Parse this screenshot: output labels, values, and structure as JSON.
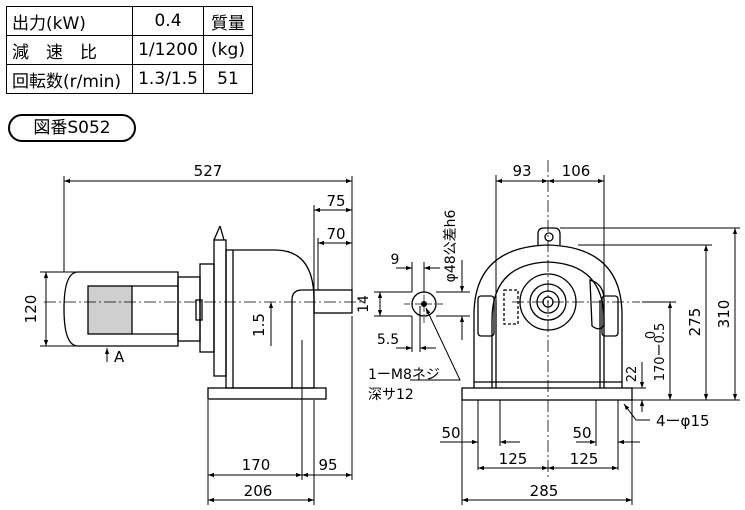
{
  "spec_table": {
    "rows": [
      {
        "label": "出力(kW)",
        "value": "0.4",
        "extra": "質量"
      },
      {
        "label": "減　速　比",
        "value": "1/1200",
        "extra": "(kg)"
      },
      {
        "label": "回転数(r/min)",
        "value": "1.3/1.5",
        "extra": "51"
      }
    ]
  },
  "drawing_no": "図番S052",
  "dims": {
    "overall_length": "527",
    "d75": "75",
    "d70": "70",
    "d120": "120",
    "d1_5": "1.5",
    "arrow_a": "A",
    "d170": "170",
    "d95": "95",
    "d206": "206",
    "d9": "9",
    "d14": "14",
    "d5_5": "5.5",
    "shaft_dia": "φ48公差h6",
    "tap": "1ーM8ネジ",
    "tap_depth": "深サ12",
    "d93": "93",
    "d106": "106",
    "d310": "310",
    "d275": "275",
    "tol_top": "0",
    "tol_label": "170ー0.5",
    "d22": "22",
    "holes": "4ーφ15",
    "d50_left": "50",
    "d50_right": "50",
    "d125_left": "125",
    "d125_right": "125",
    "d285": "285"
  }
}
